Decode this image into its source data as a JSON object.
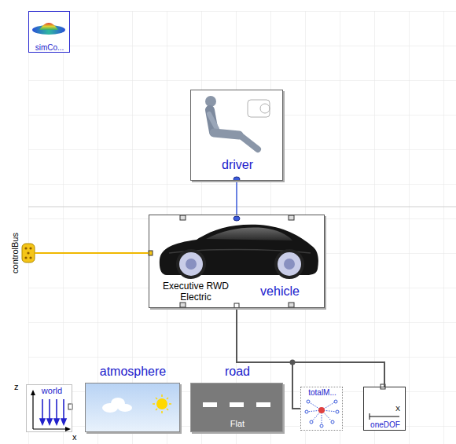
{
  "diagram": {
    "nodes": [
      {
        "text": [
          "simCo..."
        ]
      },
      {
        "text": [
          "driver"
        ]
      },
      {
        "text": [
          "controlBus"
        ]
      },
      {
        "text": [
          "Executive RWD Electric",
          "vehicle"
        ]
      },
      {
        "text": [
          "world"
        ]
      },
      {
        "text": [
          "atmosphere"
        ]
      },
      {
        "text": [
          "road",
          "Flat"
        ]
      },
      {
        "text": [
          "totalM..."
        ]
      },
      {
        "text": [
          "oneDOF"
        ]
      }
    ],
    "edges": [
      {
        "from": 1,
        "to": 3,
        "arrow": "none"
      },
      {
        "from": 2,
        "to": 3,
        "arrow": "none"
      },
      {
        "from": 3,
        "to": 7,
        "arrow": "none"
      },
      {
        "from": 3,
        "to": 8,
        "arrow": "none"
      }
    ],
    "labels": [
      "z",
      "x",
      "X"
    ]
  }
}
